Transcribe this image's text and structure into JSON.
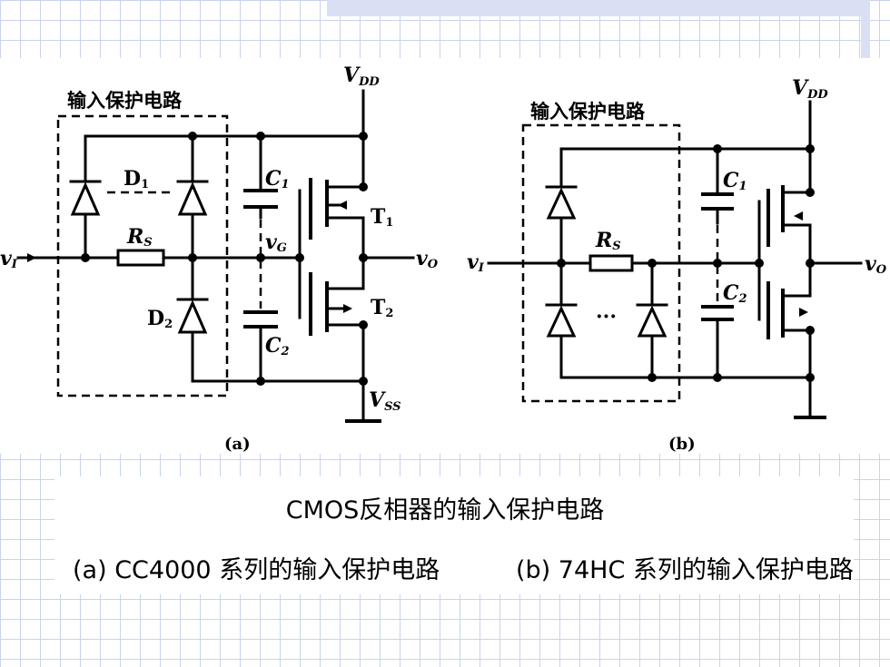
{
  "background": {
    "grid_color": "#c9d3ec",
    "paper_color": "#ffffff",
    "ink_color": "#000000"
  },
  "circuit_a": {
    "box_label": "输入保护电路",
    "vdd": "V",
    "vdd_sub": "DD",
    "vss": "V",
    "vss_sub": "SS",
    "input": "v",
    "input_sub": "I",
    "output": "v",
    "output_sub": "O",
    "gate_node": "v",
    "gate_node_sub": "G",
    "d1": "D",
    "d1_sub": "1",
    "d2": "D",
    "d2_sub": "2",
    "resistor": "R",
    "resistor_sub": "S",
    "c1": "C",
    "c1_sub": "1",
    "c2": "C",
    "c2_sub": "2",
    "t1": "T",
    "t1_sub": "1",
    "t2": "T",
    "t2_sub": "2",
    "tag": "(a)"
  },
  "circuit_b": {
    "box_label": "输入保护电路",
    "vdd": "V",
    "vdd_sub": "DD",
    "input": "v",
    "input_sub": "I",
    "output": "v",
    "output_sub": "O",
    "resistor": "R",
    "resistor_sub": "S",
    "c1": "C",
    "c1_sub": "1",
    "c2": "C",
    "c2_sub": "2",
    "ellipsis": "···",
    "tag": "(b)"
  },
  "caption": {
    "title": "CMOS反相器的输入保护电路",
    "a": "(a) CC4000 系列的输入保护电路",
    "b": "(b) 74HC 系列的输入保护电路"
  }
}
